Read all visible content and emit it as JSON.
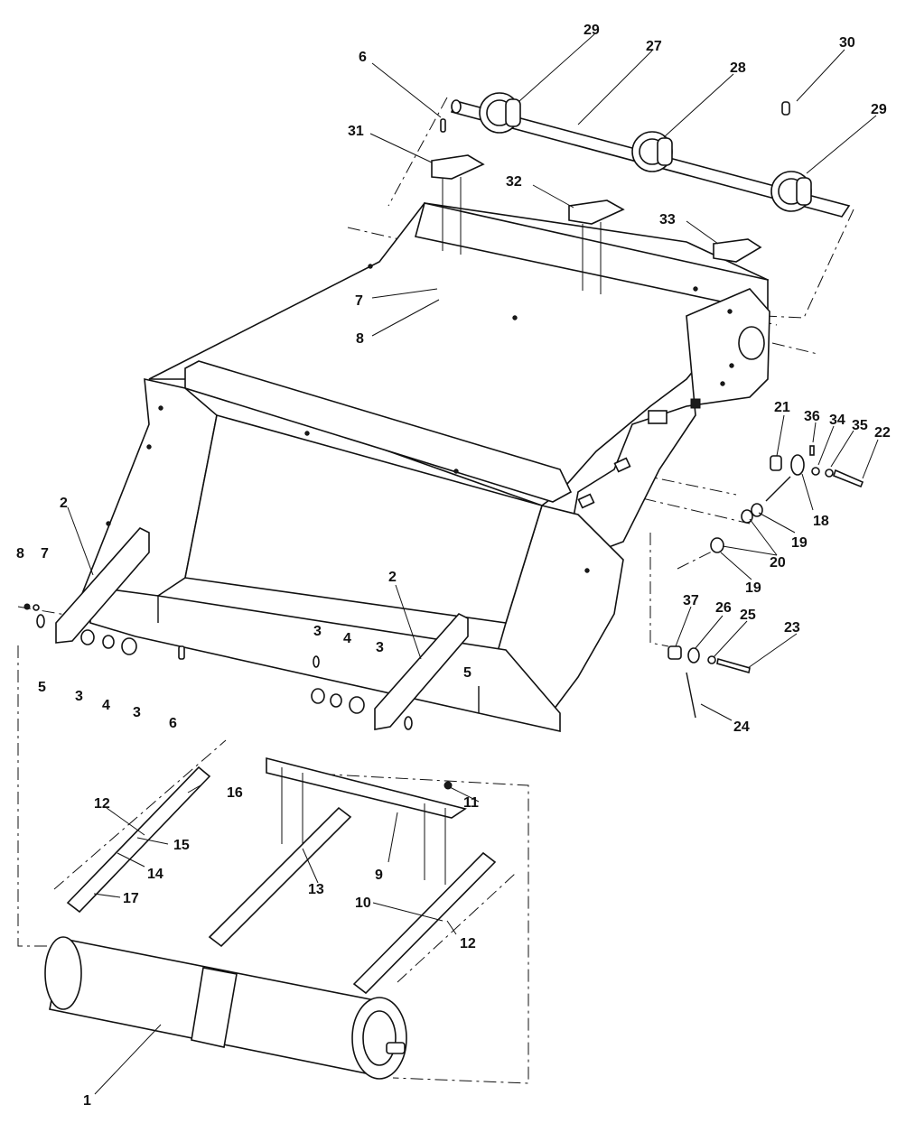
{
  "callouts": [
    {
      "n": "1"
    },
    {
      "n": "2"
    },
    {
      "n": "2"
    },
    {
      "n": "3"
    },
    {
      "n": "3"
    },
    {
      "n": "3"
    },
    {
      "n": "3"
    },
    {
      "n": "4"
    },
    {
      "n": "4"
    },
    {
      "n": "5"
    },
    {
      "n": "5"
    },
    {
      "n": "6"
    },
    {
      "n": "6"
    },
    {
      "n": "7"
    },
    {
      "n": "7"
    },
    {
      "n": "8"
    },
    {
      "n": "8"
    },
    {
      "n": "9"
    },
    {
      "n": "10"
    },
    {
      "n": "11"
    },
    {
      "n": "12"
    },
    {
      "n": "12"
    },
    {
      "n": "13"
    },
    {
      "n": "14"
    },
    {
      "n": "15"
    },
    {
      "n": "16"
    },
    {
      "n": "17"
    },
    {
      "n": "18"
    },
    {
      "n": "19"
    },
    {
      "n": "19"
    },
    {
      "n": "20"
    },
    {
      "n": "21"
    },
    {
      "n": "22"
    },
    {
      "n": "23"
    },
    {
      "n": "24"
    },
    {
      "n": "25"
    },
    {
      "n": "26"
    },
    {
      "n": "27"
    },
    {
      "n": "28"
    },
    {
      "n": "29"
    },
    {
      "n": "29"
    },
    {
      "n": "30"
    },
    {
      "n": "31"
    },
    {
      "n": "32"
    },
    {
      "n": "33"
    },
    {
      "n": "34"
    },
    {
      "n": "35"
    },
    {
      "n": "36"
    },
    {
      "n": "37"
    }
  ]
}
